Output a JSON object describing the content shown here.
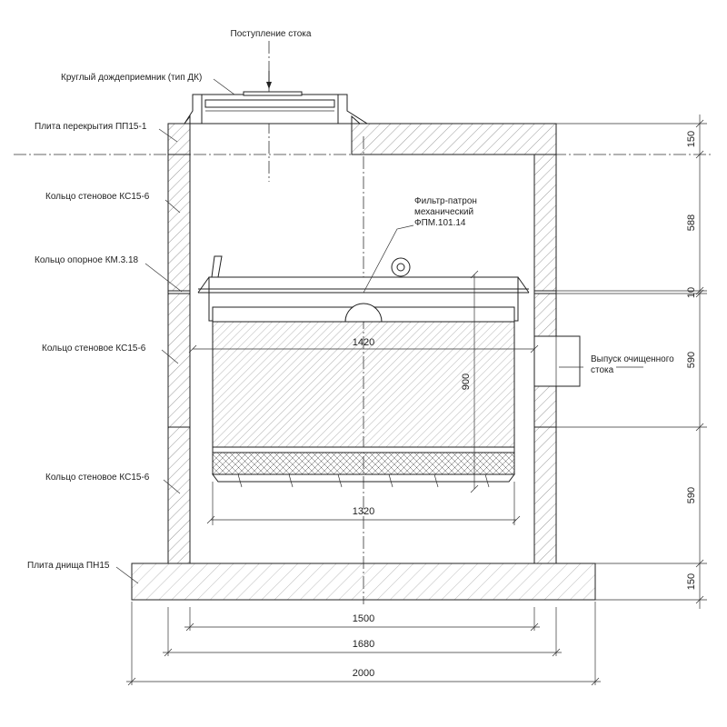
{
  "labels": {
    "inflow": "Поступление стока",
    "inlet": "Круглый дождеприемник (тип ДК)",
    "slab": "Плита перекрытия ПП15-1",
    "ring_top": "Кольцо стеновое КС15-6",
    "support_ring": "Кольцо опорное КМ.3.18",
    "ring_mid": "Кольцо стеновое КС15-6",
    "ring_bottom": "Кольцо стеновое КС15-6",
    "bottom_slab": "Плита днища ПН15",
    "filter_line1": "Фильтр-патрон",
    "filter_line2": "механический",
    "filter_line3": "ФПМ.101.14",
    "outlet_line1": "Выпуск очищенного",
    "outlet_line2": "стока"
  },
  "dimensions": {
    "d_150_top": "150",
    "d_588": "588",
    "d_10": "10",
    "d_590_mid": "590",
    "d_590_bottom": "590",
    "d_150_bottom": "150",
    "d_1420": "1420",
    "d_900": "900",
    "d_1320": "1320",
    "d_1500": "1500",
    "d_1680": "1680",
    "d_2000": "2000"
  },
  "colors": {
    "line": "#222222",
    "background": "#ffffff"
  }
}
